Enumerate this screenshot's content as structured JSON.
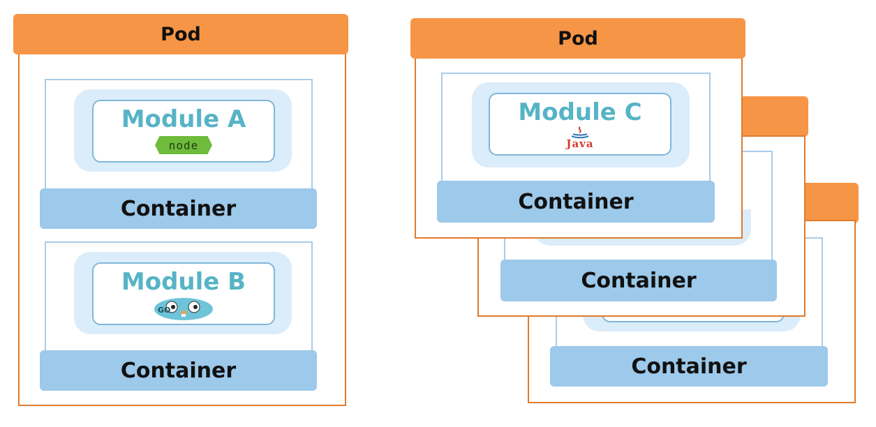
{
  "colors": {
    "pod_header": "#f79546",
    "pod_border": "#e07a2a",
    "container_bar": "#9dc9ea",
    "container_outline": "#a9cce8",
    "module_title": "#56b4c6",
    "module_halo": "#dbecfa"
  },
  "left_pod": {
    "header": "Pod",
    "containers": [
      {
        "module": "Module A",
        "logo_icon": "nodejs-logo-icon",
        "logo_text": "node",
        "label": "Container"
      },
      {
        "module": "Module B",
        "logo_icon": "golang-gopher-icon",
        "logo_text": "GO",
        "label": "Container"
      }
    ]
  },
  "right_pods": {
    "front": {
      "header": "Pod",
      "module": "Module C",
      "logo_icon": "java-logo-icon",
      "logo_text": "Java",
      "label": "Container"
    },
    "middle": {
      "label": "Container"
    },
    "back": {
      "label": "Container"
    }
  }
}
